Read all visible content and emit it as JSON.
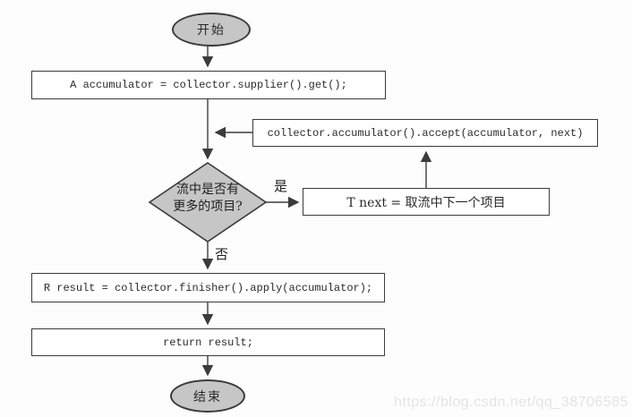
{
  "flowchart": {
    "nodes": {
      "start": "开始",
      "supplier": "A accumulator = collector.supplier().get();",
      "accept": "collector.accumulator().accept(accumulator, next)",
      "decision_line1": "流中是否有",
      "decision_line2": "更多的项目?",
      "next": "T next = 取流中下一个项目",
      "finisher": "R result = collector.finisher().apply(accumulator);",
      "return": "return result;",
      "end": "结束"
    },
    "branch_labels": {
      "yes": "是",
      "no": "否"
    }
  },
  "watermark": "https://blog.csdn.net/qq_38706585",
  "colors": {
    "shape_fill": "#c6c6c6",
    "box_fill": "#ffffff",
    "line": "#3b3b3b",
    "text": "#2a2a2a",
    "watermark": "#e4e4e4"
  }
}
